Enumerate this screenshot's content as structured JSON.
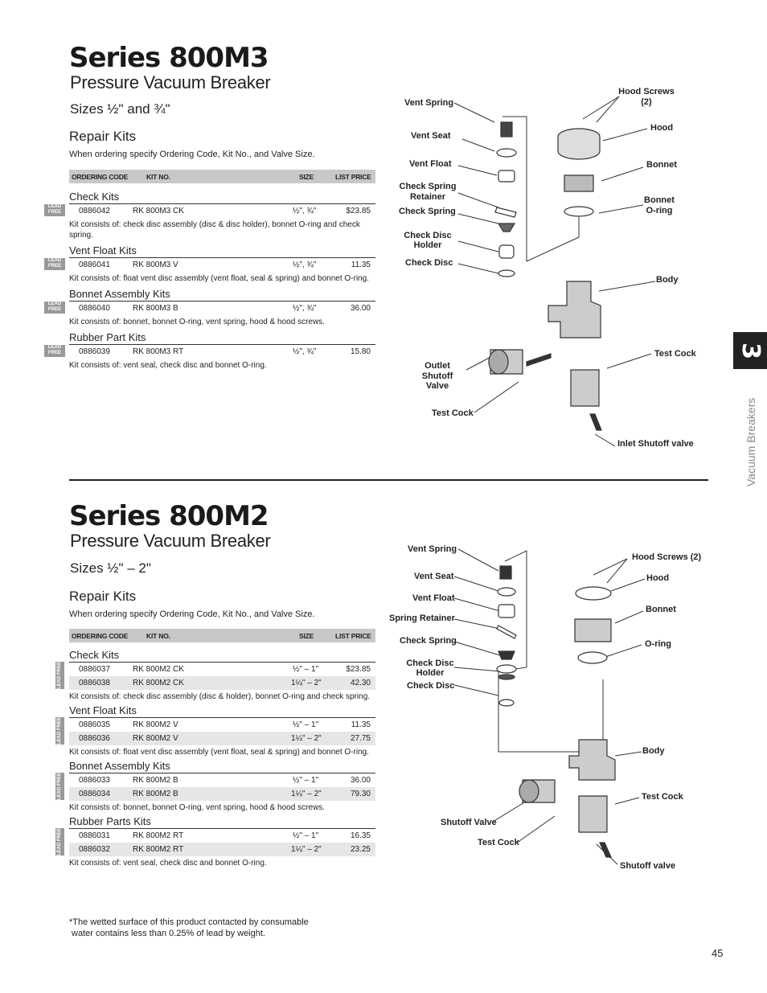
{
  "m3": {
    "title": "Series 800M3",
    "subtitle": "Pressure Vacuum Breaker",
    "sizes_prefix": "Sizes ",
    "sizes_a": "½\"",
    "sizes_mid": " and ",
    "sizes_b": "¾\"",
    "repair_heading": "Repair Kits",
    "order_note": "When ordering specify Ordering Code, Kit No., and Valve Size.",
    "headers": {
      "code": "ORDERING CODE",
      "kit": "KIT NO.",
      "size": "SIZE",
      "price": "LIST PRICE"
    },
    "groups": [
      {
        "name": "Check Kits",
        "lead": "LEAD FREE",
        "rows": [
          {
            "code": "0886042",
            "kit": "RK 800M3 CK",
            "size": "½\", ¾\"",
            "price": "$23.85"
          }
        ],
        "desc": "Kit consists of: check disc assembly (disc & disc holder), bonnet O-ring and check spring."
      },
      {
        "name": "Vent Float Kits",
        "lead": "LEAD FREE",
        "rows": [
          {
            "code": "0886041",
            "kit": "RK 800M3 V",
            "size": "½\", ¾\"",
            "price": "11.35"
          }
        ],
        "desc": "Kit consists of: float vent disc assembly (vent float, seal & spring) and bonnet O-ring."
      },
      {
        "name": "Bonnet Assembly Kits",
        "lead": "LEAD FREE",
        "rows": [
          {
            "code": "0886040",
            "kit": "RK 800M3 B",
            "size": "½\", ¾\"",
            "price": "36.00"
          }
        ],
        "desc": "Kit consists of: bonnet, bonnet O-ring, vent spring, hood & hood screws."
      },
      {
        "name": "Rubber Part Kits",
        "lead": "LEAD FREE",
        "rows": [
          {
            "code": "0886039",
            "kit": "RK 800M3 RT",
            "size": "½\", ¾\"",
            "price": "15.80"
          }
        ],
        "desc": "Kit consists of: vent seal, check disc and bonnet O-ring."
      }
    ],
    "diagram_labels": {
      "vent_spring": "Vent Spring",
      "vent_seat": "Vent Seat",
      "vent_float": "Vent Float",
      "check_spring_retainer": "Check Spring Retainer",
      "check_spring": "Check Spring",
      "check_disc_holder": "Check Disc Holder",
      "check_disc": "Check Disc",
      "hood_screws": "Hood Screws (2)",
      "hood": "Hood",
      "bonnet": "Bonnet",
      "bonnet_oring": "Bonnet O-ring",
      "body": "Body",
      "test_cock_r": "Test Cock",
      "outlet_shutoff": "Outlet Shutoff Valve",
      "test_cock_l": "Test Cock",
      "inlet_shutoff": "Inlet Shutoff valve"
    }
  },
  "m2": {
    "title": "Series 800M2",
    "subtitle": "Pressure Vacuum Breaker",
    "sizes_prefix": "Sizes ",
    "sizes_a": "½\"",
    "sizes_mid": " – ",
    "sizes_b": "2\"",
    "repair_heading": "Repair Kits",
    "order_note": "When ordering specify Ordering Code, Kit No., and Valve Size.",
    "headers": {
      "code": "ORDERING CODE",
      "kit": "KIT NO.",
      "size": "SIZE",
      "price": "LIST PRICE"
    },
    "groups": [
      {
        "name": "Check Kits",
        "lead": "LEAD FREE",
        "rows": [
          {
            "code": "0886037",
            "kit": "RK 800M2 CK",
            "size": "½\" – 1\"",
            "price": "$23.85"
          },
          {
            "code": "0886038",
            "kit": "RK 800M2 CK",
            "size": "1¼\" – 2\"",
            "price": "42.30"
          }
        ],
        "desc": "Kit consists of: check disc assembly (disc & holder), bonnet O-ring and check spring."
      },
      {
        "name": "Vent Float Kits",
        "lead": "LEAD FREE",
        "rows": [
          {
            "code": "0886035",
            "kit": "RK 800M2 V",
            "size": "½\" – 1\"",
            "price": "11.35"
          },
          {
            "code": "0886036",
            "kit": "RK 800M2 V",
            "size": "1¼\" – 2\"",
            "price": "27.75"
          }
        ],
        "desc": "Kit consists of: float vent disc assembly (vent float, seal & spring) and bonnet O-ring."
      },
      {
        "name": "Bonnet Assembly Kits",
        "lead": "LEAD FREE",
        "rows": [
          {
            "code": "0886033",
            "kit": "RK 800M2 B",
            "size": "½\" – 1\"",
            "price": "36.00"
          },
          {
            "code": "0886034",
            "kit": "RK 800M2 B",
            "size": "1¼\" – 2\"",
            "price": "79.30"
          }
        ],
        "desc": "Kit consists of: bonnet, bonnet O-ring, vent spring, hood & hood screws."
      },
      {
        "name": "Rubber Parts Kits",
        "lead": "LEAD FREE",
        "rows": [
          {
            "code": "0886031",
            "kit": "RK 800M2 RT",
            "size": "½\" – 1\"",
            "price": "16.35"
          },
          {
            "code": "0886032",
            "kit": "RK 800M2 RT",
            "size": "1¼\" – 2\"",
            "price": "23.25"
          }
        ],
        "desc": "Kit consists of: vent seal, check disc and bonnet O-ring."
      }
    ],
    "diagram_labels": {
      "vent_spring": "Vent Spring",
      "vent_seat": "Vent Seat",
      "vent_float": "Vent Float",
      "spring_retainer": "Spring Retainer",
      "check_spring": "Check Spring",
      "check_disc_holder": "Check Disc Holder",
      "check_disc": "Check Disc",
      "hood_screws": "Hood Screws (2)",
      "hood": "Hood",
      "bonnet": "Bonnet",
      "oring": "O-ring",
      "body": "Body",
      "test_cock_r": "Test Cock",
      "shutoff_l": "Shutoff Valve",
      "test_cock_l": "Test Cock",
      "shutoff_r": "Shutoff valve"
    }
  },
  "side_tab": {
    "number": "3",
    "label": "Vacuum Breakers"
  },
  "footnote": {
    "line1": "*The wetted surface of this product contacted by consumable",
    "line2": " water contains less than 0.25% of lead by weight."
  },
  "page_number": "45"
}
